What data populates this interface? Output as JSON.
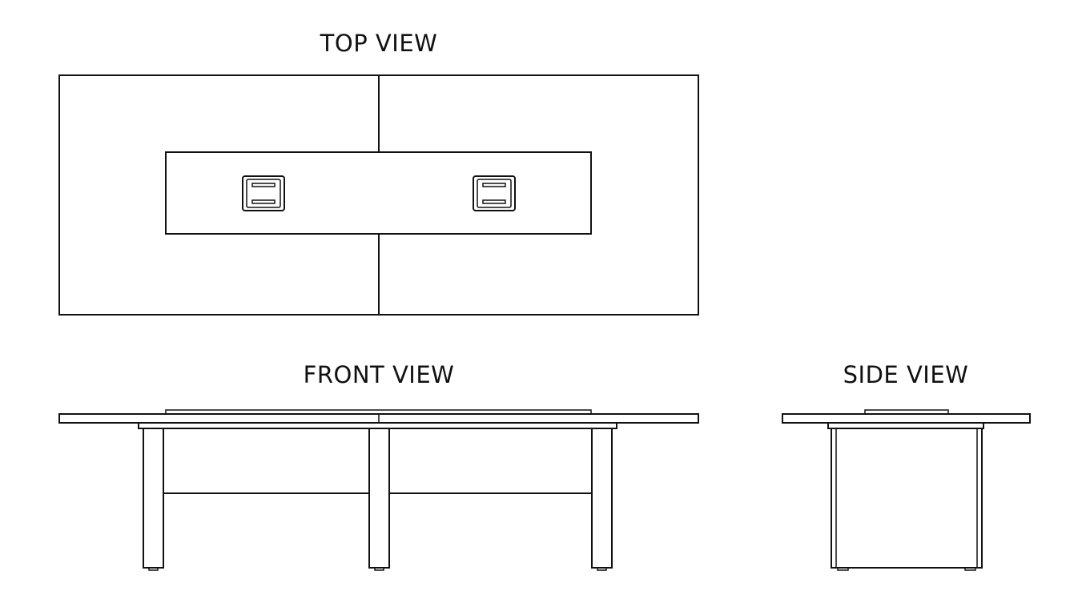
{
  "views": {
    "top": {
      "title": "TOP VIEW"
    },
    "front": {
      "title": "FRONT VIEW"
    },
    "side": {
      "title": "SIDE VIEW"
    }
  },
  "colors": {
    "line": "#111111",
    "background": "#ffffff"
  }
}
